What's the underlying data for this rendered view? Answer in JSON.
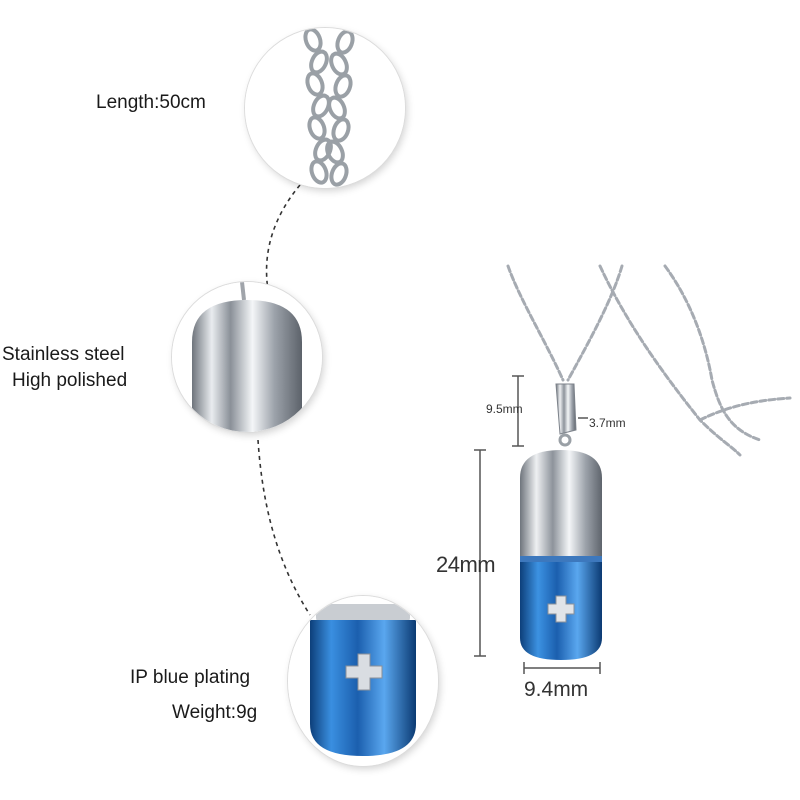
{
  "callouts": {
    "length": "Length:50cm",
    "material_line1": "Stainless steel",
    "material_line2": "High polished",
    "plating": "IP blue plating",
    "weight_label": "Weight:",
    "weight_value": "9g"
  },
  "dimensions": {
    "bail_height": "9.5mm",
    "bail_width": "3.7mm",
    "pendant_height": "24mm",
    "pendant_width": "9.4mm"
  },
  "colors": {
    "steel": "#c8ccd2",
    "blue_plating": "#1f6fc0",
    "connector_line": "#333333"
  }
}
